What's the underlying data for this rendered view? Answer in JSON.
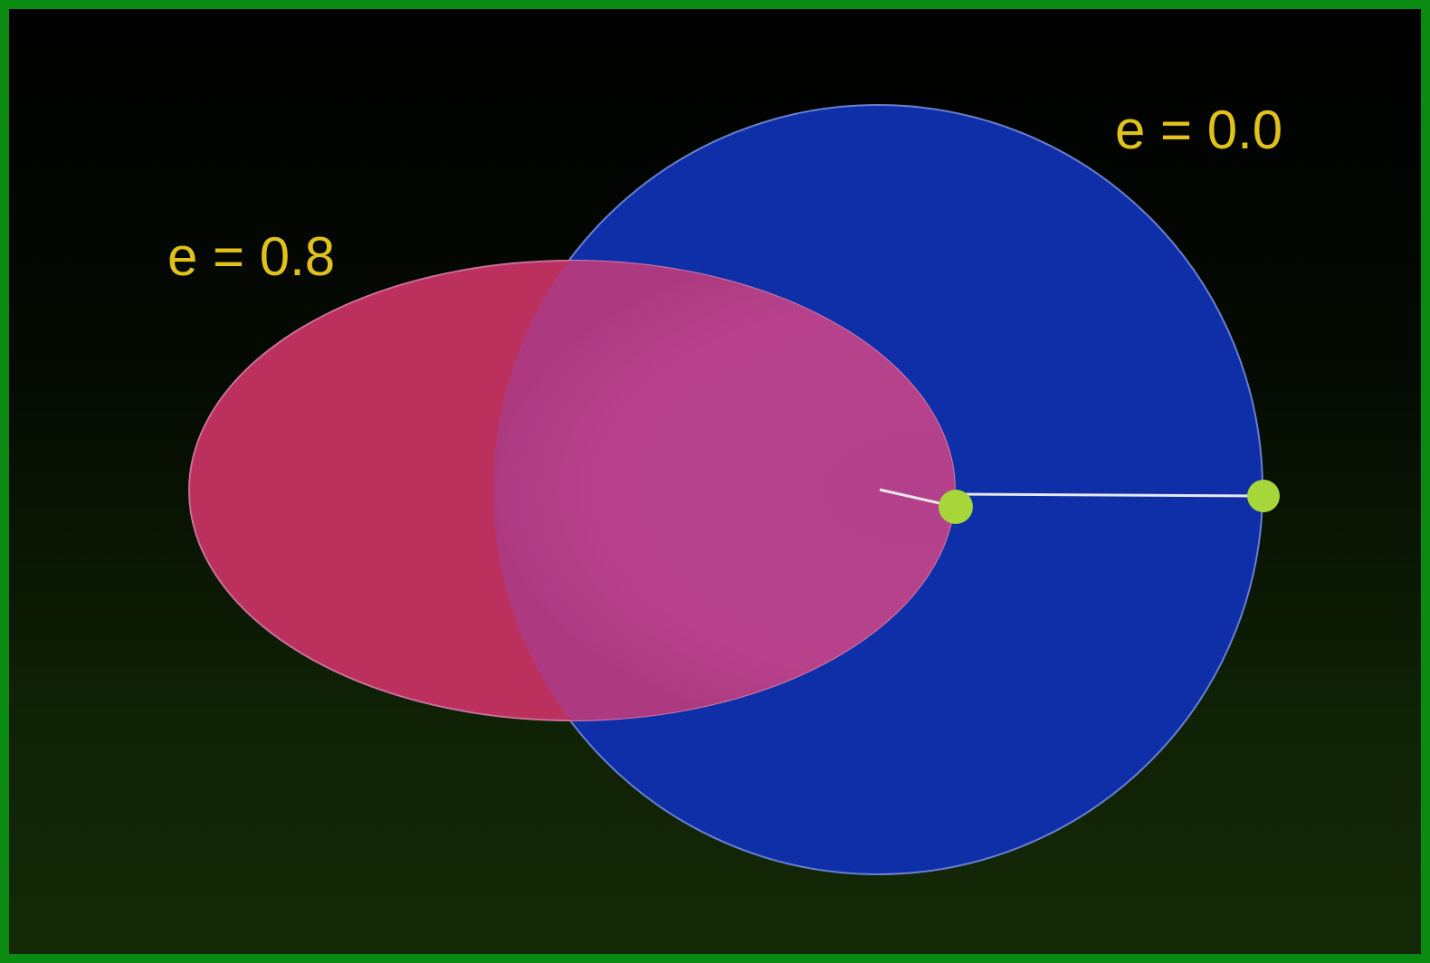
{
  "labels": {
    "circular": "e = 0.0",
    "elliptical": "e = 0.8"
  },
  "orbits": [
    {
      "name": "circular",
      "eccentricity": 0.0,
      "fill": "#0f2fa8",
      "edge": "#6a7fd0"
    },
    {
      "name": "elliptical",
      "eccentricity": 0.8,
      "fill": "#c8325e",
      "overlap_fill": "#b3408c",
      "edge": "#d27aa5"
    }
  ],
  "colors": {
    "frame": "#0b8a12",
    "label_text": "#e0c21a",
    "body_marker": "#a6d63a",
    "radius_line": "#e8e8e8"
  }
}
